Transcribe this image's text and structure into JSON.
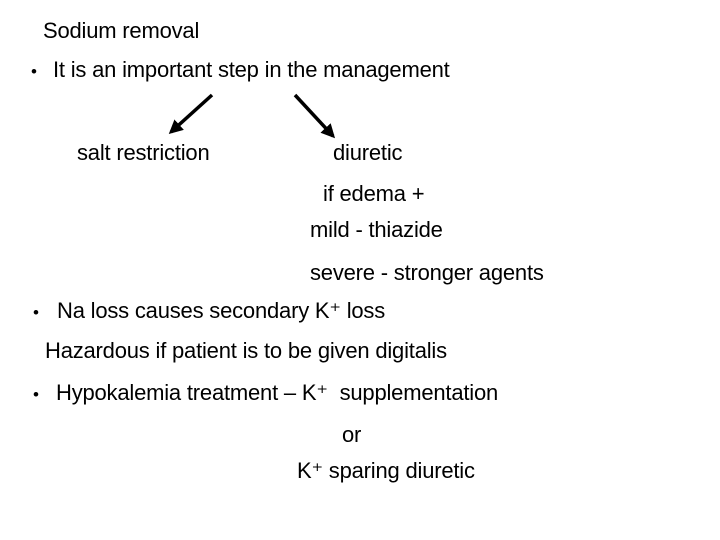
{
  "slide": {
    "title": "Sodium removal",
    "bullet_char": "•",
    "intro_bullet": "It is an important step in the management",
    "branch": {
      "left_arrow_icon": "down-left-arrow",
      "right_arrow_icon": "down-right-arrow",
      "left_label": "salt restriction",
      "right_label": "diuretic",
      "right_detail_1": "if edema +",
      "right_detail_2": "mild - thiazide",
      "right_detail_3": "severe - stronger agents"
    },
    "bullet_na_loss": "Na loss causes secondary K⁺ loss",
    "hazard_note": "Hazardous if patient is to be given digitalis",
    "bullet_hypokalemia": "Hypokalemia treatment – K⁺  supplementation",
    "or_label": "or",
    "k_sparing_line": "K⁺ sparing diuretic",
    "colors": {
      "background": "#ffffff",
      "text": "#000000"
    }
  }
}
